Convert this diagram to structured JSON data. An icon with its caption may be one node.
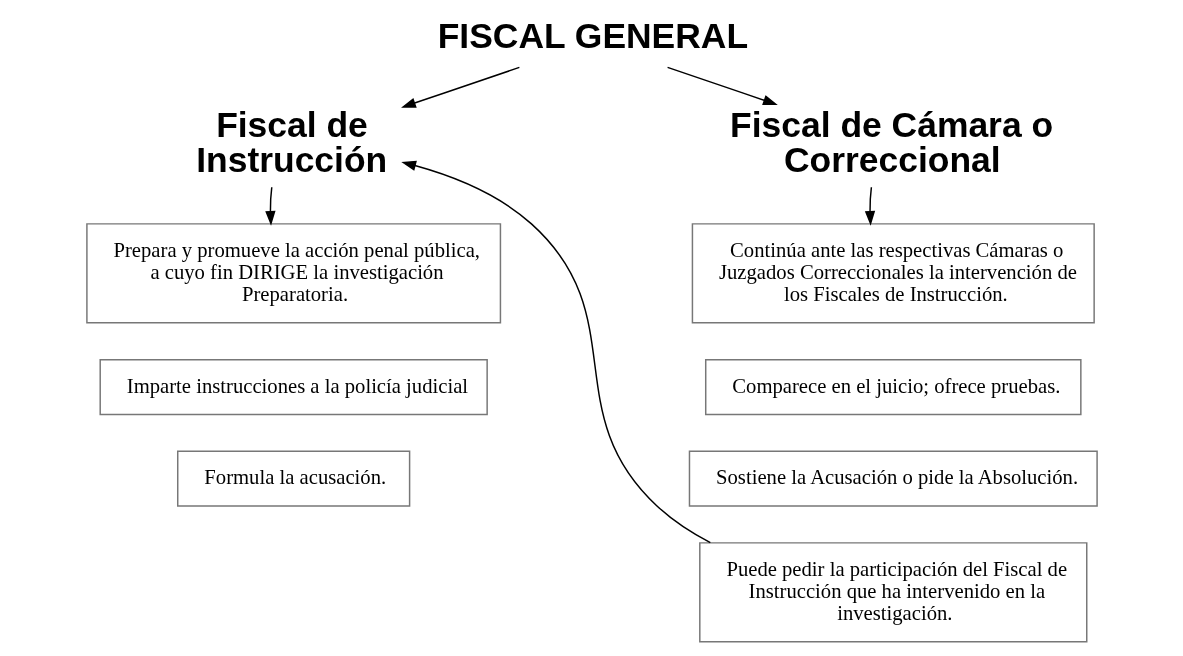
{
  "diagram": {
    "nodes": [
      {
        "text": [
          "FISCAL GENERAL"
        ]
      },
      {
        "text": [
          "Fiscal de Instrucción"
        ]
      },
      {
        "text": [
          "Fiscal de Cámara o Correccional"
        ]
      },
      {
        "text": [
          "Prepara y promueve la acción penal pública, a cuyo fin DIRIGE la investigación Preparatoria."
        ]
      },
      {
        "text": [
          "Imparte instrucciones a la policía judicial"
        ]
      },
      {
        "text": [
          "Formula la acusación."
        ]
      },
      {
        "text": [
          "Continúa ante las respectivas Cámaras o Juzgados Correccionales la intervención de los Fiscales de Instrucción."
        ]
      },
      {
        "text": [
          "Comparece en el juicio; ofrece pruebas."
        ]
      },
      {
        "text": [
          "Sostiene la Acusación o pide la Absolución."
        ]
      },
      {
        "text": [
          "Puede pedir la participación del Fiscal de Instrucción que ha intervenido en la investigación."
        ]
      }
    ],
    "edges": [
      {
        "from": 0,
        "to": 1,
        "arrow": "to"
      },
      {
        "from": 0,
        "to": 2,
        "arrow": "to"
      },
      {
        "from": 1,
        "to": 3,
        "arrow": "to"
      },
      {
        "from": 2,
        "to": 6,
        "arrow": "to"
      },
      {
        "from": 9,
        "to": 1,
        "arrow": "to"
      }
    ]
  }
}
